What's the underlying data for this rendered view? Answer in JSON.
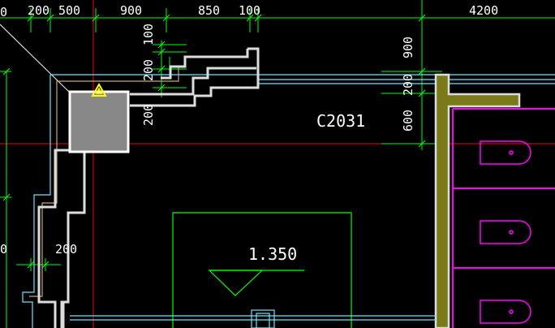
{
  "drawing": {
    "dimensions_top": [
      "200",
      "500",
      "900",
      "850",
      "100",
      "4200"
    ],
    "dimensions_vertical": [
      "100",
      "200",
      "200",
      "900",
      "200",
      "600"
    ],
    "dimension_left": "200",
    "left_edge_marks": [
      "0",
      "0"
    ],
    "window_label": "C2031",
    "elevation_value": "1.350"
  },
  "colors": {
    "background": "#000000",
    "dimension": "#00ff00",
    "wall": "#dddddd",
    "column": "#888888",
    "cyan": "#66e6ff",
    "tan": "#c9a870",
    "olive": "#7a7a18",
    "magenta": "#ff00ff",
    "axis_red": "#ff0000",
    "marker": "#ffff00"
  },
  "icons": {
    "point_marker": "triangle-warning-icon",
    "fixtures": "toilet-fixture-icon"
  }
}
